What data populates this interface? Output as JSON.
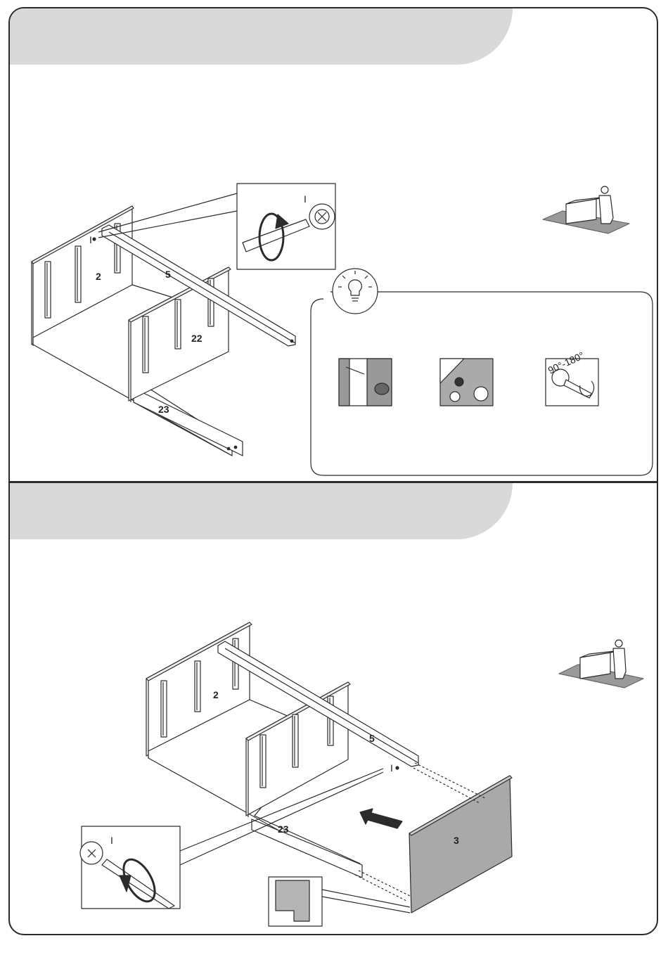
{
  "step1": {
    "part_labels": {
      "side_panel": "2",
      "rail": "5",
      "divider": "22",
      "bottom": "23"
    },
    "hardware_label": "I",
    "detail_hardware_label": "I"
  },
  "tip_box": {
    "icon": "lightbulb-icon",
    "tips": [
      {
        "icon": "dowel-glue-icon"
      },
      {
        "icon": "cam-bolt-insert-icon"
      },
      {
        "icon": "cam-lock-turn-icon",
        "text": "90°-180°"
      }
    ]
  },
  "step2": {
    "part_labels": {
      "side_panel": "2",
      "rail": "5",
      "bottom": "23",
      "back_panel": "3"
    },
    "hardware_label": "I",
    "detail_hardware_label": "I"
  },
  "colors": {
    "band": "#d9d9d9",
    "line": "#2b2b2b",
    "panel_fill": "#a9a9a9"
  }
}
